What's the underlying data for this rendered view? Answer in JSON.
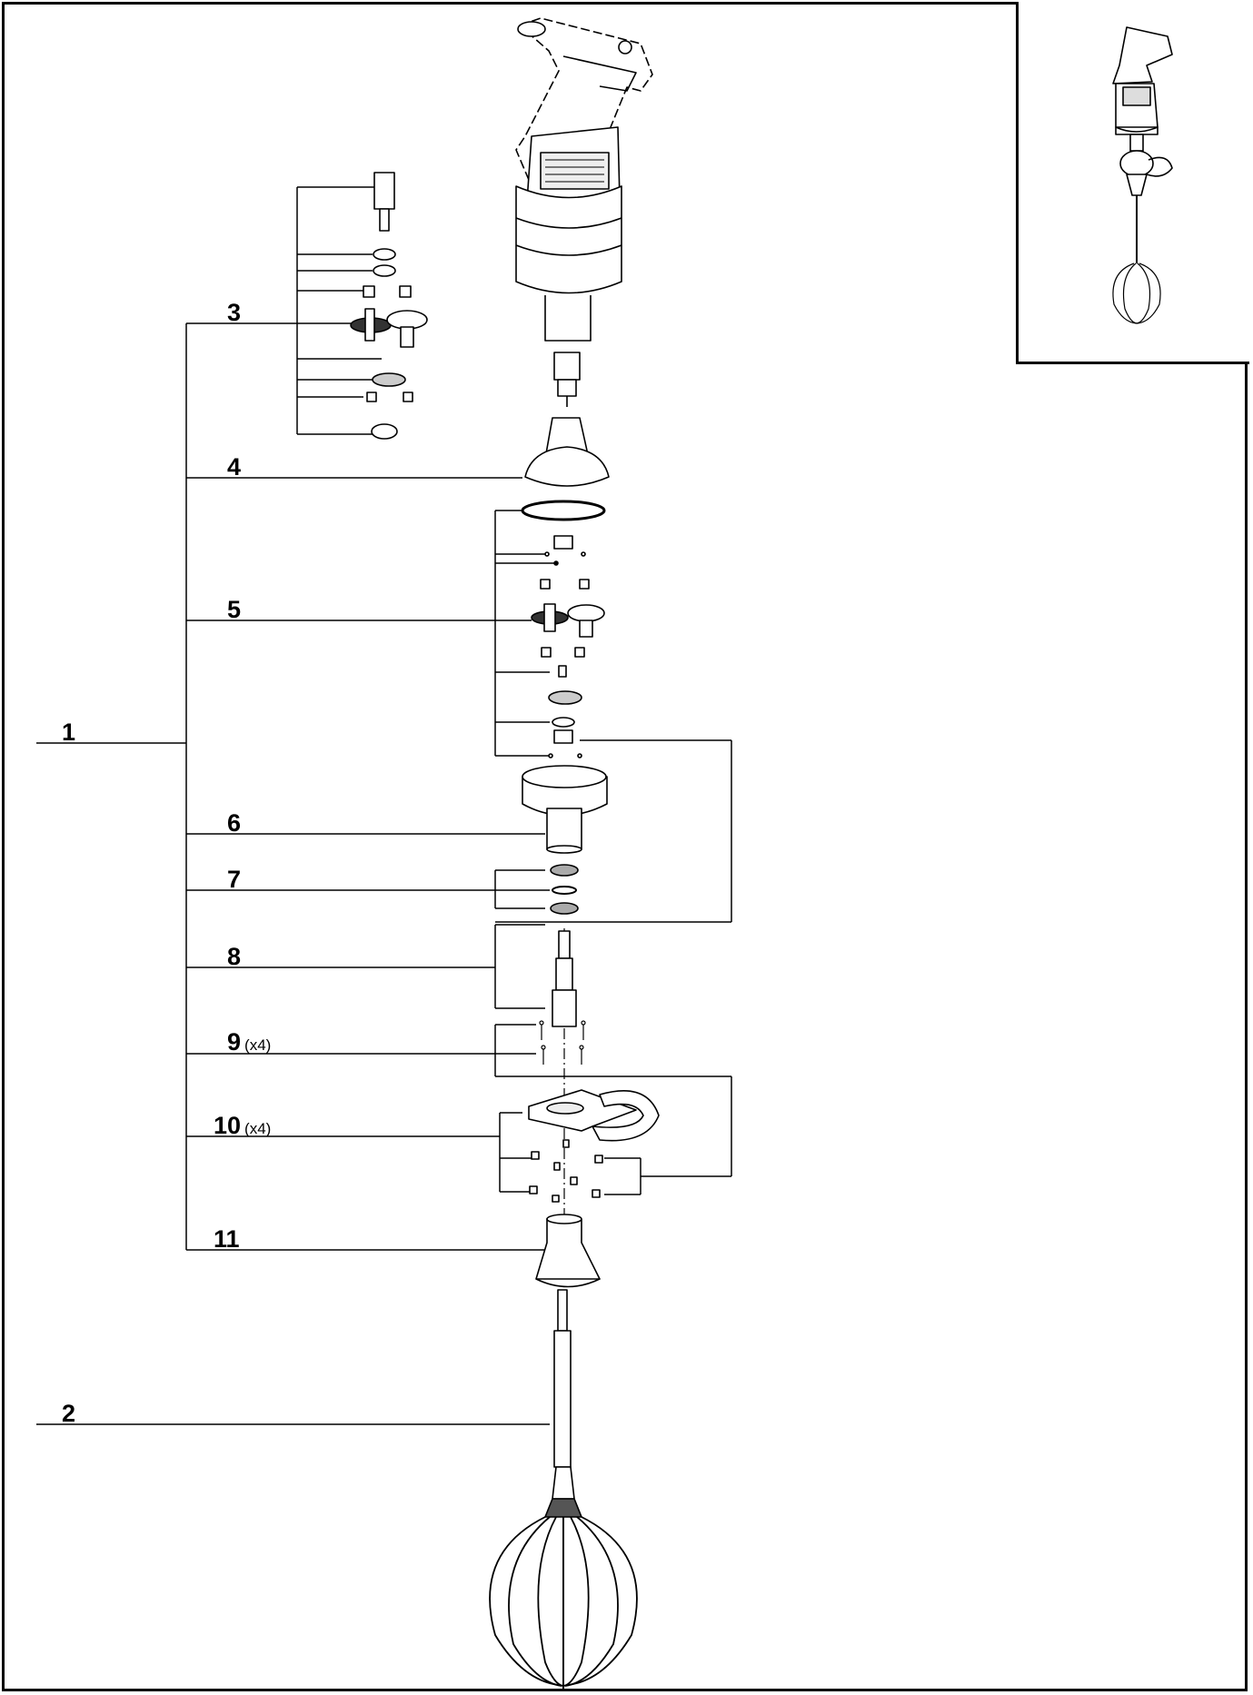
{
  "diagram": {
    "callouts": [
      {
        "id": "1",
        "label": "1",
        "qty": ""
      },
      {
        "id": "2",
        "label": "2",
        "qty": ""
      },
      {
        "id": "3",
        "label": "3",
        "qty": ""
      },
      {
        "id": "4",
        "label": "4",
        "qty": ""
      },
      {
        "id": "5",
        "label": "5",
        "qty": ""
      },
      {
        "id": "6",
        "label": "6",
        "qty": ""
      },
      {
        "id": "7",
        "label": "7",
        "qty": ""
      },
      {
        "id": "8",
        "label": "8",
        "qty": ""
      },
      {
        "id": "9",
        "label": "9",
        "qty": "(x4)"
      },
      {
        "id": "10",
        "label": "10",
        "qty": "(x4)"
      },
      {
        "id": "11",
        "label": "11",
        "qty": ""
      }
    ]
  },
  "colors": {
    "line": "#000000",
    "part_fill": "#ffffff",
    "shade": "#dcdcdc",
    "dark": "#333333"
  }
}
